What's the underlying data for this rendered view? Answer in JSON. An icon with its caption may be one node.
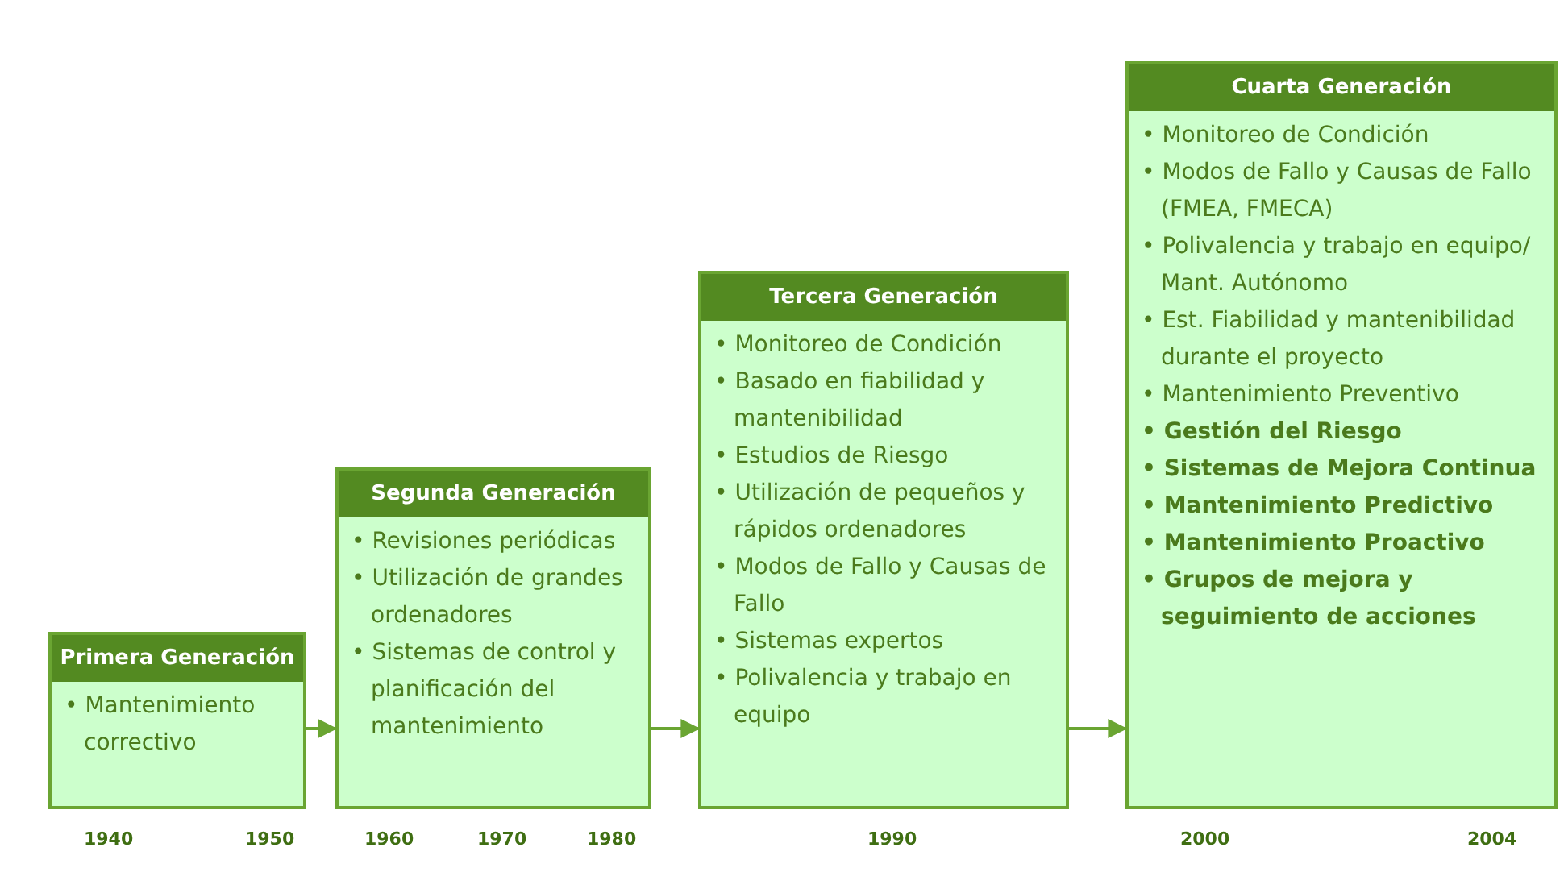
{
  "diagram": {
    "nodes": [
      {
        "text": [
          "Primera Generación",
          "• Mantenimiento correctivo"
        ]
      },
      {
        "text": [
          "Segunda Generación",
          "• Revisiones periódicas",
          "• Utilización de grandes ordenadores",
          "• Sistemas de control y planificación del mantenimiento"
        ]
      },
      {
        "text": [
          "Tercera Generación",
          "• Monitoreo de Condición",
          "• Basado en fiabilidad y mantenibilidad",
          "• Estudios de Riesgo",
          "• Utilización de pequeños y rápidos ordenadores",
          "• Modos de Fallo y Causas de Fallo",
          "• Sistemas expertos",
          "• Polivalencia y trabajo en equipo"
        ]
      },
      {
        "text": [
          "Cuarta Generación",
          "• Monitoreo de Condición",
          "• Modos de Fallo y Causas de Fallo (FMEA, FMECA)",
          "• Polivalencia y trabajo en equipo/ Mant. Autónomo",
          "• Est. Fiabilidad y mantenibilidad durante el proyecto",
          "• Mantenimiento Preventivo",
          "• Gestión del Riesgo",
          "• Sistemas de Mejora Continua",
          "• Mantenimiento Predictivo",
          "• Mantenimiento Proactivo",
          "• Grupos de mejora y seguimiento de acciones"
        ]
      }
    ],
    "edges": [
      {
        "from": 0,
        "to": 1,
        "arrow": "to"
      },
      {
        "from": 1,
        "to": 2,
        "arrow": "to"
      },
      {
        "from": 2,
        "to": 3,
        "arrow": "to"
      }
    ],
    "labels": [
      "1940",
      "1950",
      "1960",
      "1970",
      "1980",
      "1990",
      "2000",
      "2004"
    ]
  }
}
